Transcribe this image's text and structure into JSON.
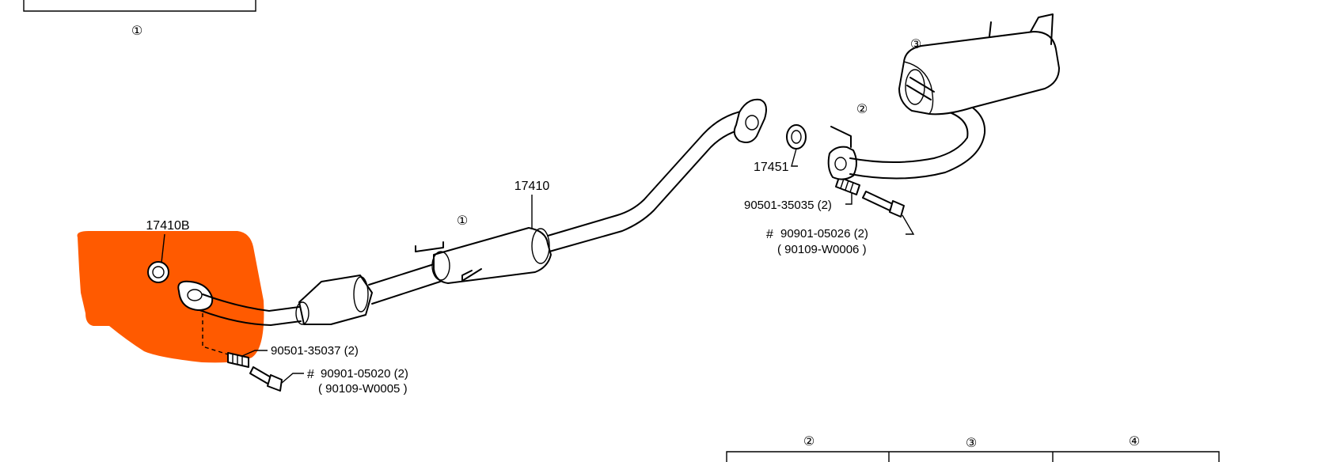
{
  "labels": {
    "pipe_front": "17410",
    "gasket_front": "17410B",
    "gasket_rear": "17451",
    "spring_front": "90501-35037 (2)",
    "bolt_front_mark": "#",
    "bolt_front": "90901-05020 (2)",
    "bolt_front_alt": "( 90109-W0005 )",
    "spring_rear": "90501-35035 (2)",
    "bolt_rear_mark": "#",
    "bolt_rear": "90901-05026 (2)",
    "bolt_rear_alt": "( 90109-W0006 )"
  },
  "callouts": {
    "top_left_box": "①",
    "front_pipe": "①",
    "tail_pipe": "②",
    "muffler": "③",
    "table_col_2": "②",
    "table_col_3": "③",
    "table_col_4": "④"
  },
  "colors": {
    "redaction": "#ff5a00",
    "ink": "#000000"
  }
}
